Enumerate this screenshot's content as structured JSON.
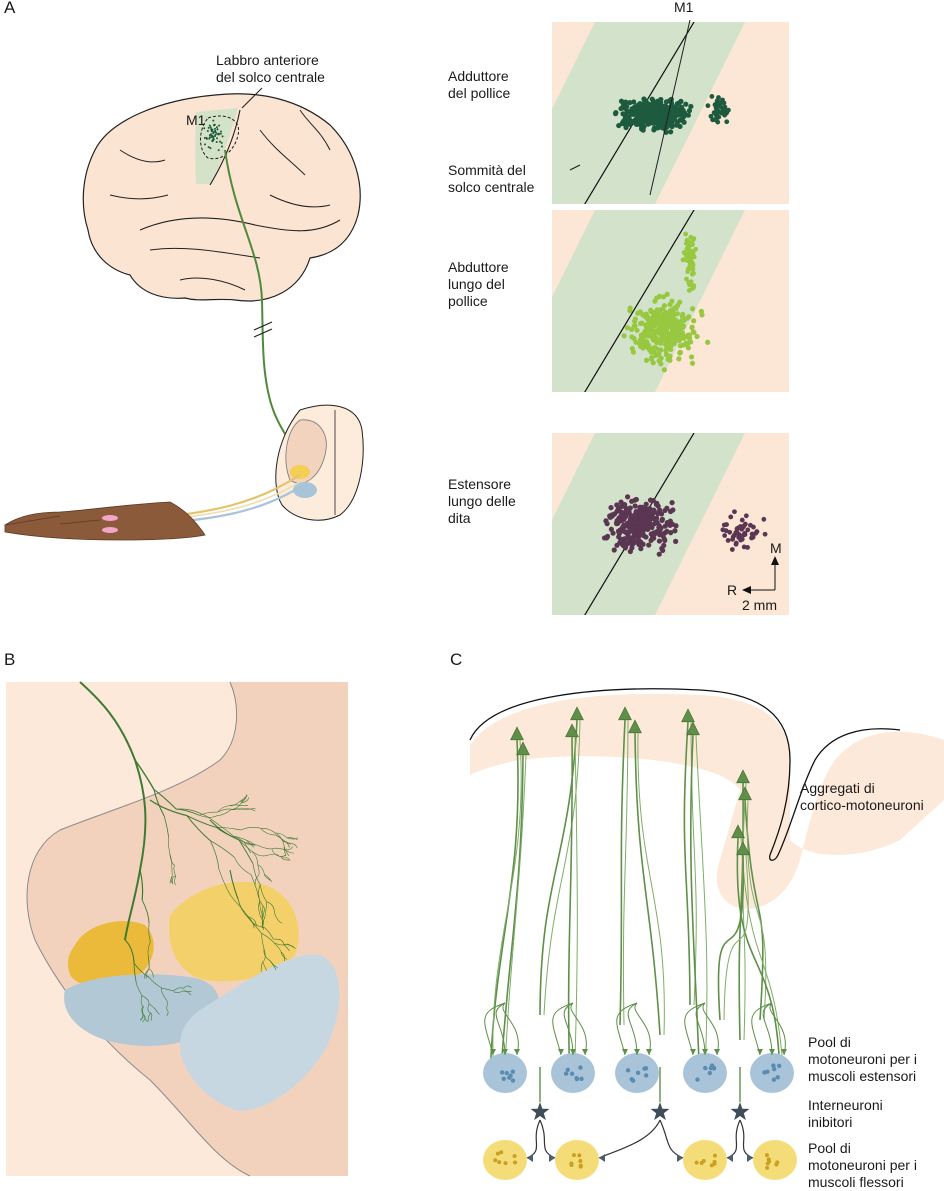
{
  "panels": {
    "a": "A",
    "b": "B",
    "c": "C"
  },
  "panel_a": {
    "m1_top": "M1",
    "m1_brain": "M1",
    "labbro": "Labbro anteriore\ndel solco centrale",
    "sommita": "Sommità del\nsolco centrale",
    "muscles": [
      {
        "name": "Adduttore\ndel pollice",
        "color": "#1d5a3e"
      },
      {
        "name": "Abduttore\nlungo del\npollice",
        "color": "#97c840"
      },
      {
        "name": "Estensore\nlungo delle\ndita",
        "color": "#5b3652"
      }
    ],
    "scale_m": "M",
    "scale_r": "R",
    "scale_len": "2 mm"
  },
  "panel_c": {
    "aggregati": "Aggregati di\ncortico-motoneuroni",
    "pool_ext": "Pool di\nmotoneuroni per i\nmuscoli estensori",
    "interneuroni": "Interneuroni\ninibitori",
    "pool_flex": "Pool di\nmotoneuroni per i\nmuscoli flessori"
  },
  "colors": {
    "cortex_bg": "#fce8d8",
    "stripe": "#d6e4cc",
    "neuron_green": "#5f8f49",
    "blue_pool": "#a9c4d8",
    "yellow_pool": "#f4dc78",
    "interneuron": "#3d4e5a",
    "spinal_tan": "#f2d3bd",
    "spinal_bg": "#fdebdc"
  }
}
